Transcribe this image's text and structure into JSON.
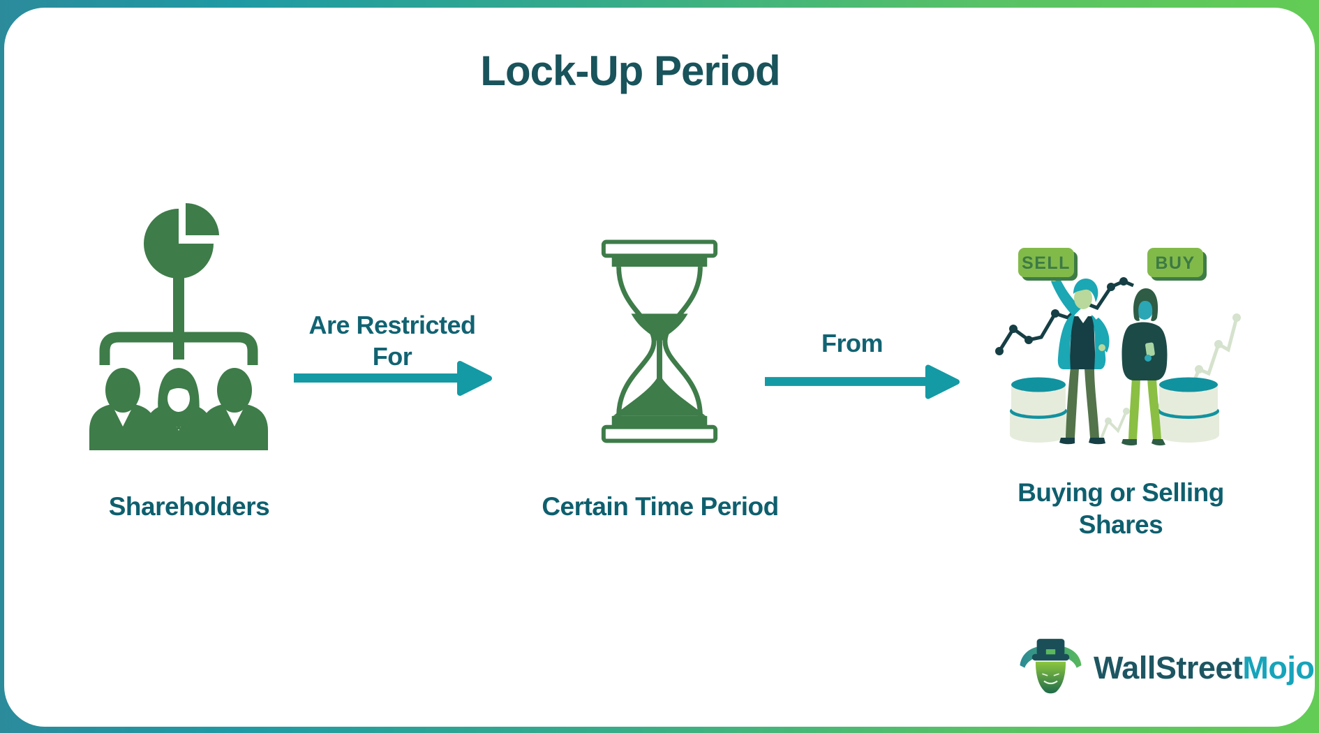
{
  "title": "Lock-Up Period",
  "colors": {
    "gradient_start": "#2293a4",
    "gradient_end": "#63cc55",
    "title_text": "#19535b",
    "label_text": "#0e5f6e",
    "icon_green": "#3e7c49",
    "arrow_teal": "#149aa4",
    "badge_green": "#82ba4a",
    "badge_shadow": "#3e7c46",
    "badge_text": "#3c7a45",
    "brand_dark": "#1d5662",
    "brand_teal": "#16a4ba"
  },
  "flow": {
    "source": {
      "label": "Shareholders",
      "icon": "shareholders-pie-org-icon"
    },
    "connector1": {
      "line1": "Are Restricted",
      "line2": "For",
      "icon": "arrow-right-icon"
    },
    "middle": {
      "label": "Certain Time Period",
      "icon": "hourglass-icon"
    },
    "connector2": {
      "line1": "From",
      "icon": "arrow-right-icon"
    },
    "target": {
      "line1": "Buying or Selling",
      "line2": "Shares",
      "icon": "traders-illustration",
      "sell_badge": "SELL",
      "buy_badge": "BUY"
    }
  },
  "branding": {
    "part1": "WallStreet",
    "part2": "Mojo",
    "icon": "bull-logo-icon"
  }
}
